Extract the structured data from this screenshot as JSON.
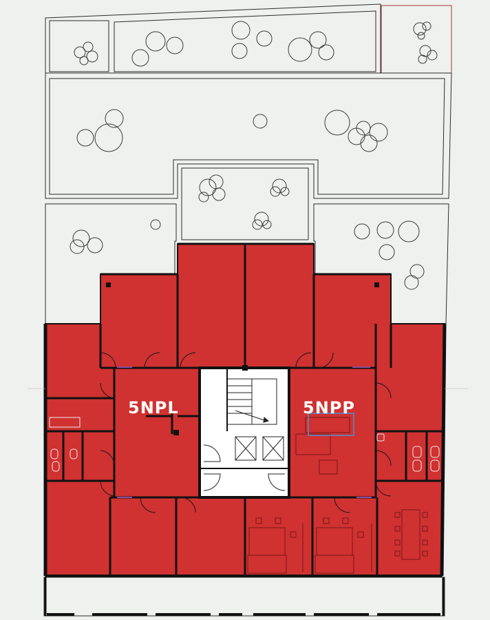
{
  "colors": {
    "background": "#eff1ee",
    "unit_fill": "#d03131",
    "wall": "#111111",
    "outline": "#2b2b2b",
    "tree": "#3a3a3a",
    "door_accent": "#8a4fa0",
    "highlight_outline": "#a0343a"
  },
  "units": [
    {
      "id": "left",
      "label": "5NPL"
    },
    {
      "id": "right",
      "label": "5NPP"
    }
  ],
  "icons": [
    "tree-icon",
    "staircase-icon",
    "elevator-icon",
    "door-icon",
    "toilet-icon",
    "table-icon",
    "chair-icon"
  ]
}
